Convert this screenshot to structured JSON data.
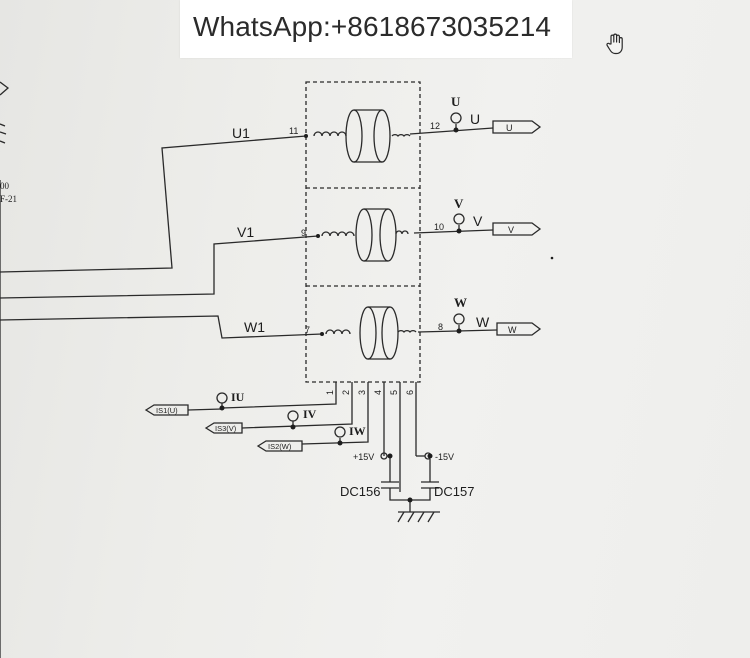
{
  "watermark": {
    "text": "WhatsApp:+8618673035214"
  },
  "cursor": {
    "icon": "hand-cursor-icon"
  },
  "margin_fragments": {
    "line_a": "00",
    "line_b": "F-21"
  },
  "phases": [
    {
      "input_label": "U1",
      "pin_in": "11",
      "pin_out": "12",
      "test_point": "U",
      "out_net": "U",
      "connector": "U"
    },
    {
      "input_label": "V1",
      "pin_in": "9",
      "pin_out": "10",
      "test_point": "V",
      "out_net": "V",
      "connector": "V"
    },
    {
      "input_label": "W1",
      "pin_in": "7",
      "pin_out": "8",
      "test_point": "W",
      "out_net": "W",
      "connector": "W"
    }
  ],
  "bottom_pins": [
    "1",
    "2",
    "3",
    "4",
    "5",
    "6"
  ],
  "sense": [
    {
      "connector": "IS1(U)",
      "test_point": "IU"
    },
    {
      "connector": "IS3(V)",
      "test_point": "IV"
    },
    {
      "connector": "IS2(W)",
      "test_point": "IW"
    }
  ],
  "supply": {
    "positive": "+15V",
    "negative": "-15V"
  },
  "capacitors": {
    "left": "DC156",
    "right": "DC157"
  },
  "colors": {
    "line": "#2a2a2a",
    "background": "#eeeeec",
    "banner": "#ffffff"
  }
}
